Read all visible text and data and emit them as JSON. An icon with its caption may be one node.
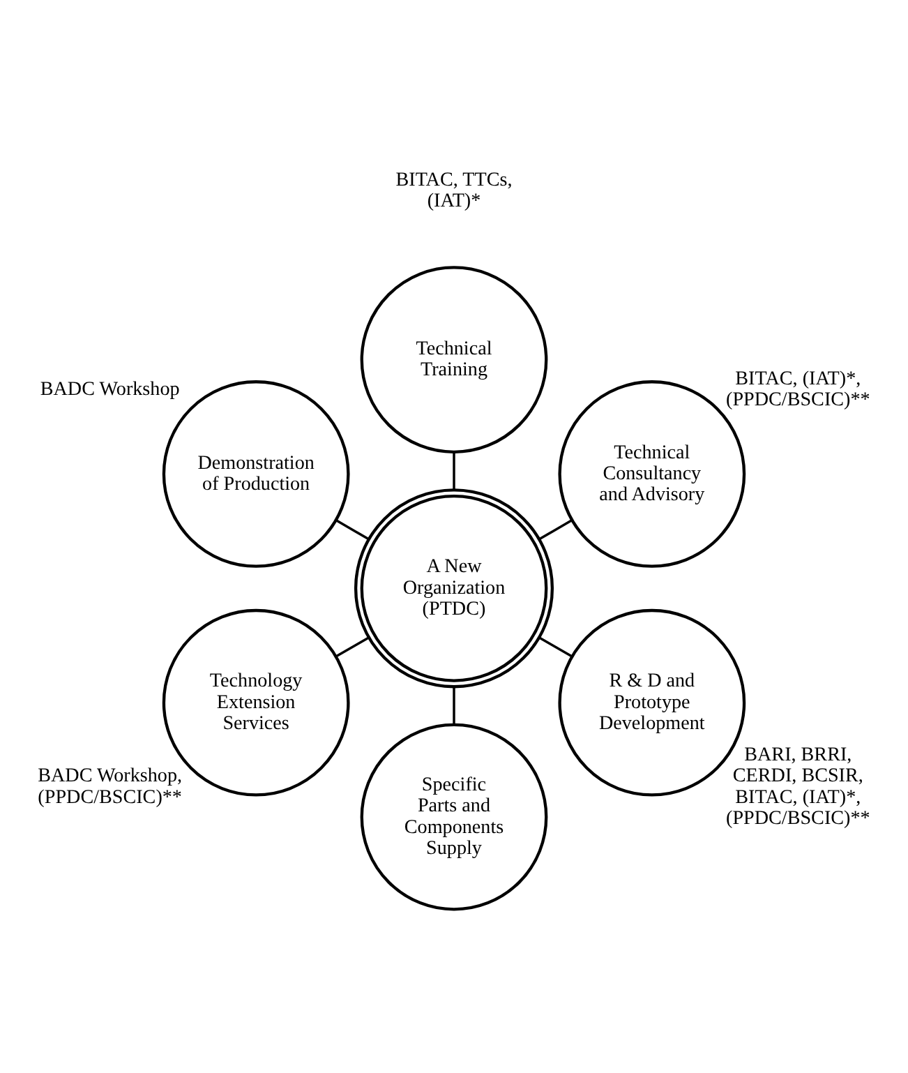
{
  "diagram": {
    "nodes": [
      {
        "text": [
          "Technical Training"
        ],
        "beside": [
          "BITAC, TTCs, (IAT)*"
        ]
      },
      {
        "text": [
          "Demonstration of Production"
        ],
        "beside": [
          "BADC Workshop"
        ]
      },
      {
        "text": [
          "Technical Consultancy and Advisory"
        ],
        "beside": [
          "BITAC, (IAT)*, (PPDC/BSCIC)**"
        ]
      },
      {
        "text": [
          "A New Organization",
          "(PTDC)"
        ]
      },
      {
        "text": [
          "Technology Extension Services"
        ],
        "beside": [
          "BADC Workshop, (PPDC/BSCIC)**"
        ]
      },
      {
        "text": [
          "R & D and Prototype Development"
        ],
        "beside": [
          "BARI, BRRI, CERDI, BCSIR, BITAC, (IAT)*, (PPDC/BSCIC)**"
        ]
      },
      {
        "text": [
          "Specific Parts and Components Supply"
        ]
      }
    ],
    "edges": [
      {
        "from": 3,
        "to": 0,
        "arrow": "none"
      },
      {
        "from": 3,
        "to": 2,
        "arrow": "none"
      },
      {
        "from": 3,
        "to": 5,
        "arrow": "none"
      },
      {
        "from": 3,
        "to": 6,
        "arrow": "none"
      },
      {
        "from": 3,
        "to": 4,
        "arrow": "none"
      },
      {
        "from": 3,
        "to": 1,
        "arrow": "none"
      }
    ]
  }
}
